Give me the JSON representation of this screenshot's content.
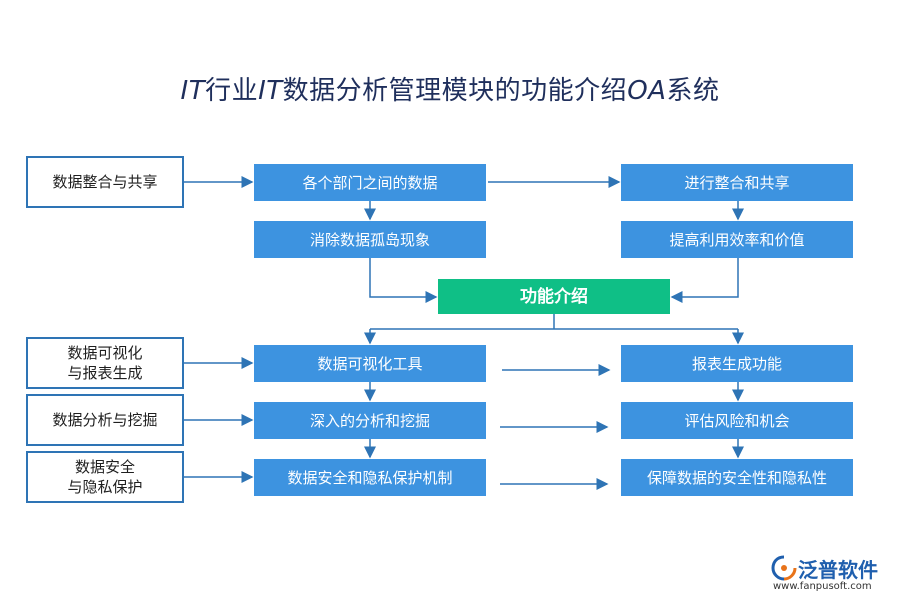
{
  "title": {
    "prefix": "IT",
    "mid1": "行业",
    "mid2": "IT",
    "mid3": "数据分析管理模块的功能介绍",
    "mid4": "OA",
    "suffix": "系统"
  },
  "left_boxes": {
    "integrate": "数据整合与共享",
    "visual_line1": "数据可视化",
    "visual_line2": "与报表生成",
    "analysis": "数据分析与挖掘",
    "security_line1": "数据安全",
    "security_line2": "与隐私保护"
  },
  "middle_boxes": {
    "departments": "各个部门之间的数据",
    "eliminate": "消除数据孤岛现象",
    "visual_tool": "数据可视化工具",
    "deep_analysis": "深入的分析和挖掘",
    "security_mech": "数据安全和隐私保护机制"
  },
  "right_boxes": {
    "integrate_share": "进行整合和共享",
    "efficiency": "提高利用效率和价值",
    "report": "报表生成功能",
    "risk": "评估风险和机会",
    "privacy": "保障数据的安全性和隐私性"
  },
  "center_box": {
    "label": "功能介绍"
  },
  "brand": {
    "name": "泛普软件",
    "url": "www.fanpusoft.com"
  },
  "colors": {
    "blue_box": "#3d93e0",
    "green_box": "#0fbf86",
    "outline": "#2e74b5",
    "arrow": "#2e74b5"
  }
}
